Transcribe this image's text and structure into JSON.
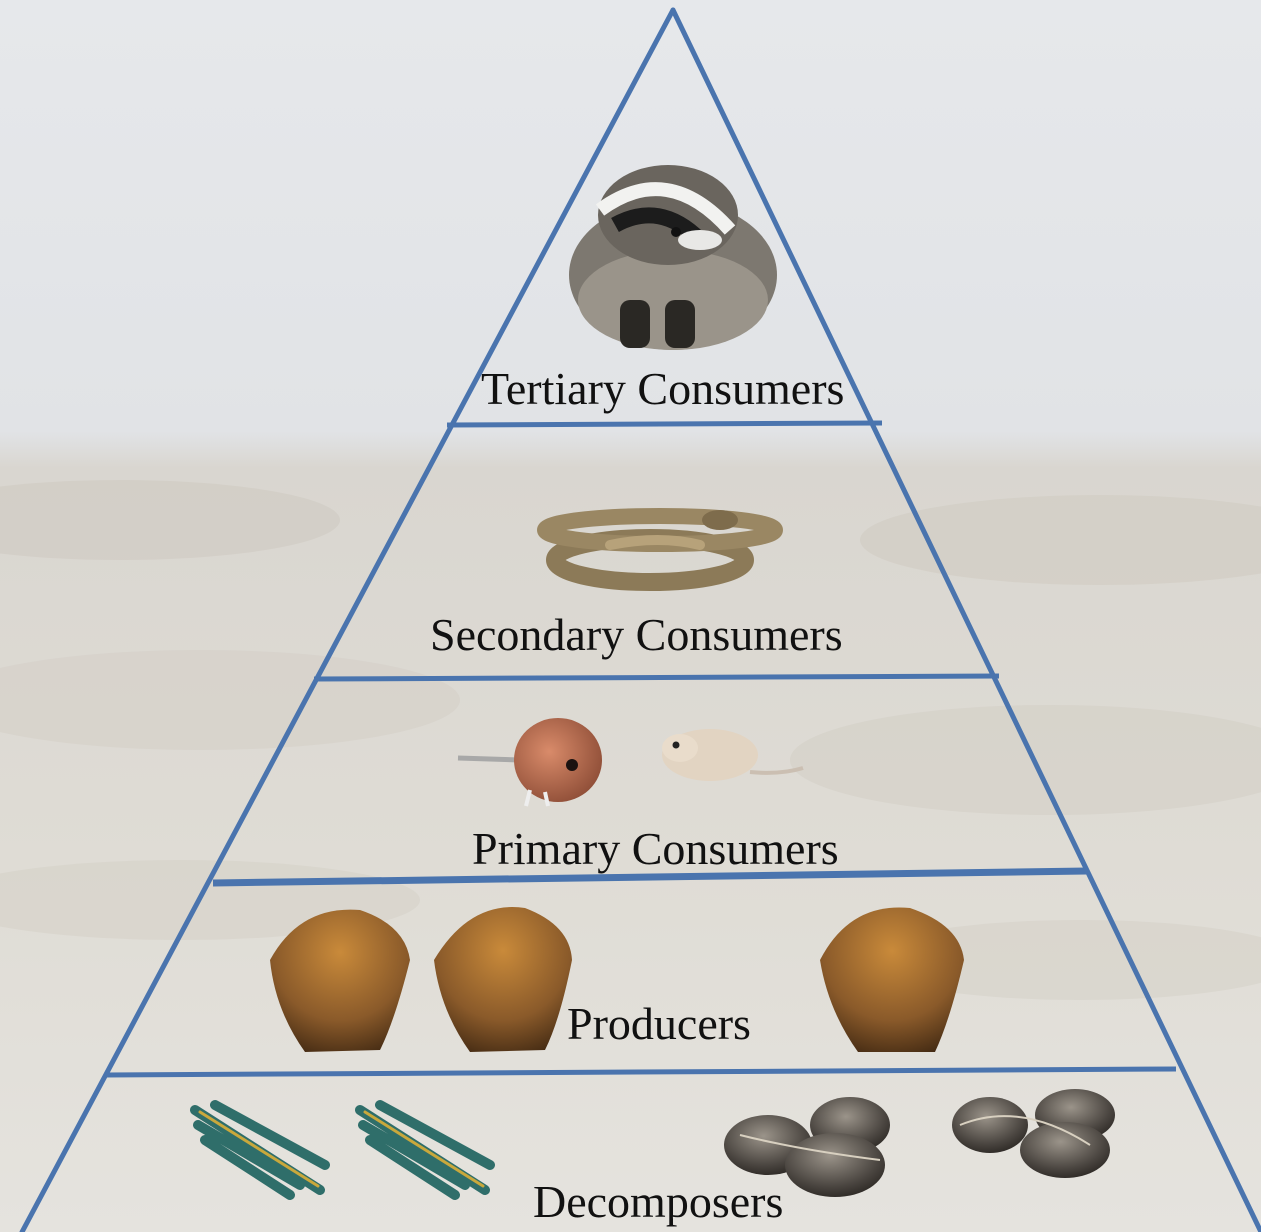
{
  "levels": [
    {
      "id": "tertiary",
      "label": "Tertiary Consumers",
      "organisms": [
        "badger"
      ]
    },
    {
      "id": "secondary",
      "label": "Secondary Consumers",
      "organisms": [
        "rattlesnake"
      ]
    },
    {
      "id": "primary",
      "label": "Primary Consumers",
      "organisms": [
        "kangaroo-rat",
        "pocket-mouse"
      ]
    },
    {
      "id": "producers",
      "label": "Producers",
      "organisms": [
        "grass-clump",
        "grass-clump",
        "grass-clump"
      ]
    },
    {
      "id": "decomposers",
      "label": "Decomposers",
      "organisms": [
        "lichen",
        "lichen",
        "mushroom-cluster",
        "mushroom-cluster"
      ]
    }
  ],
  "colors": {
    "pyramid_line": "#4a74ae",
    "sky": "#e3e5e8",
    "ground": "#dcd8d0",
    "text": "#111111"
  }
}
